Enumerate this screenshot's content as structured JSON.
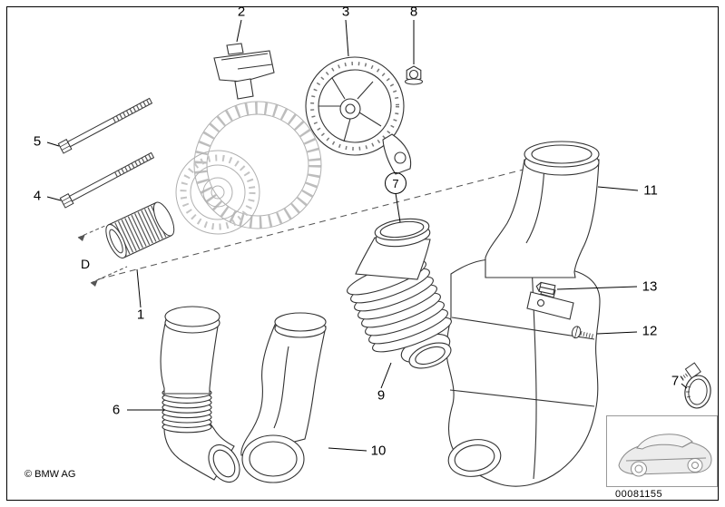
{
  "figure": {
    "copyright": "© BMW AG",
    "document_number": "00081155",
    "dimension_label": "D"
  },
  "callouts": {
    "c1": "1",
    "c2": "2",
    "c3": "3",
    "c4": "4",
    "c5": "5",
    "c6": "6",
    "c7_circle": "7",
    "c7_clamp": "7",
    "c8": "8",
    "c9": "9",
    "c10": "10",
    "c11": "11",
    "c12": "12",
    "c13": "13"
  },
  "colors": {
    "line": "#333333",
    "light_line": "#b0b0b0",
    "frame": "#000000"
  }
}
